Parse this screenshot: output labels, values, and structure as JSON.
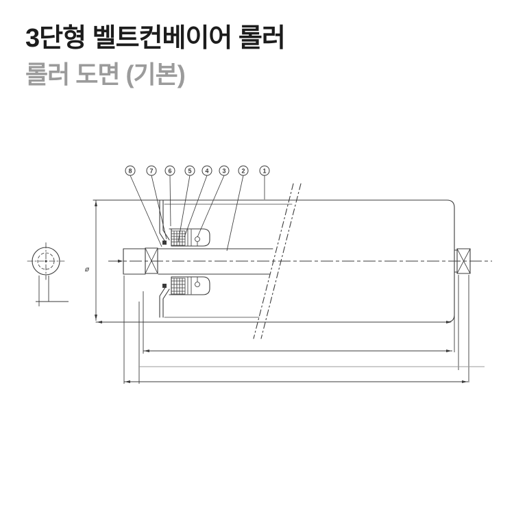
{
  "header": {
    "title": "3단형 벨트컨베이어 롤러",
    "subtitle": "롤러 도면 (기본)"
  },
  "colors": {
    "bg": "#ffffff",
    "title": "#1c1c1c",
    "subtitle": "#9b9b9b",
    "line": "#3a3a3a",
    "dim_line": "#9a9a9a"
  },
  "drawing": {
    "type": "technical-drawing",
    "description": "Cross-section drawing of a 3-stage belt conveyor roller with shaft, bearings, labyrinth-seal end housing, break lines and dimension lines",
    "callouts": [
      {
        "label": "8"
      },
      {
        "label": "7"
      },
      {
        "label": "6"
      },
      {
        "label": "5"
      },
      {
        "label": "4"
      },
      {
        "label": "3"
      },
      {
        "label": "2"
      },
      {
        "label": "1"
      }
    ],
    "labels": {
      "diameter_symbol": "ø"
    }
  }
}
